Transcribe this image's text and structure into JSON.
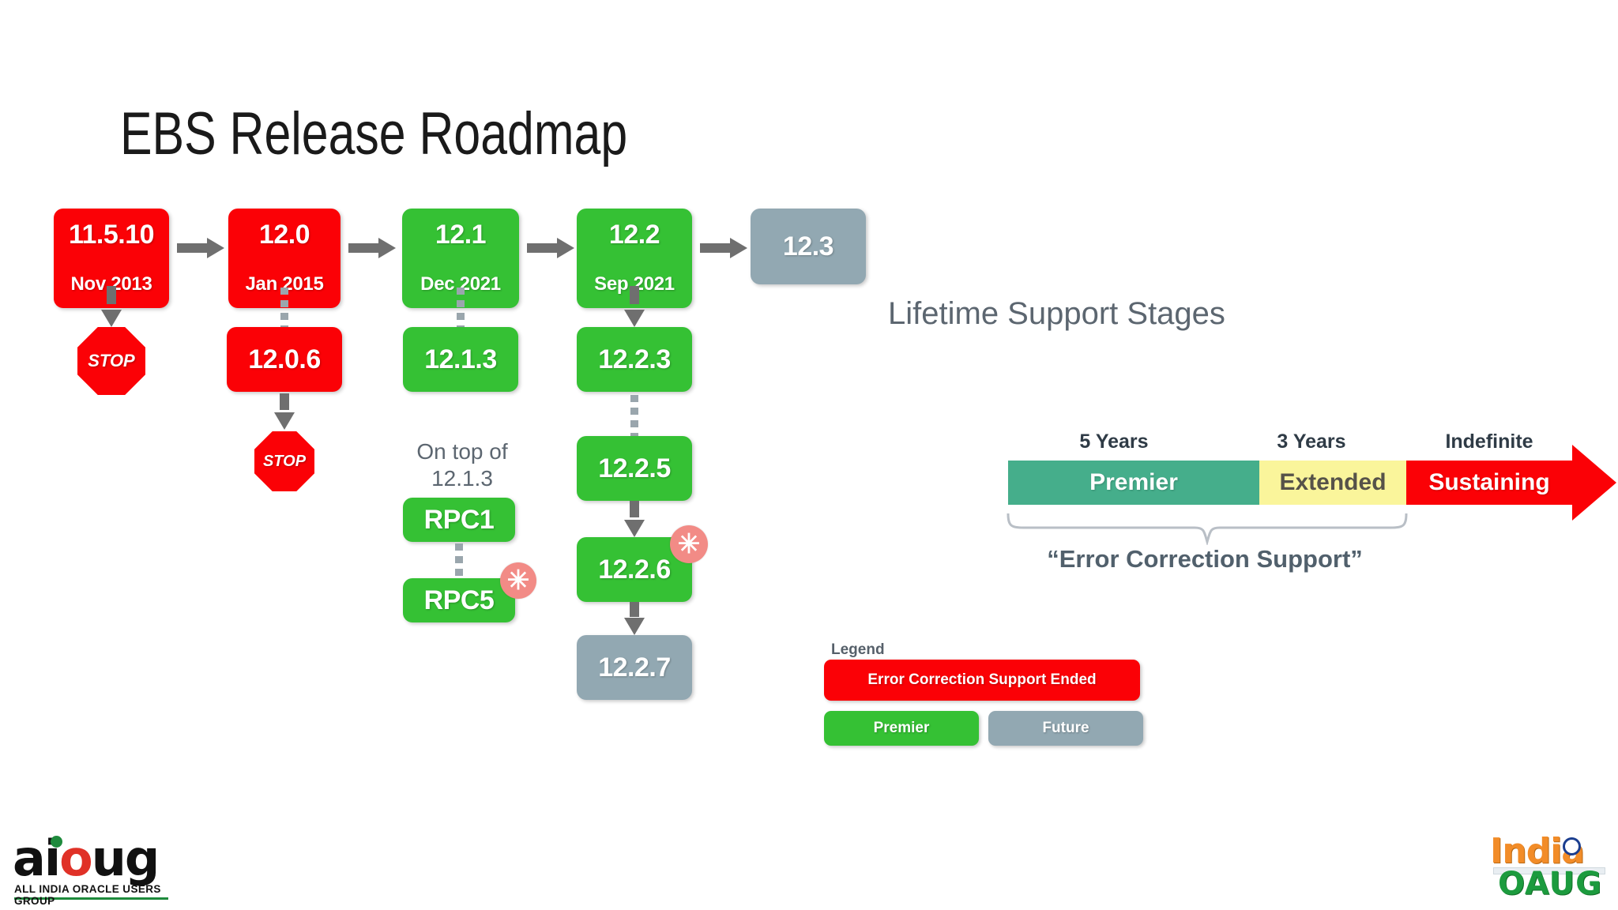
{
  "title": "EBS Release Roadmap",
  "roadmap": {
    "top_row": [
      {
        "version": "11.5.10",
        "date": "Nov 2013",
        "status": "ended"
      },
      {
        "version": "12.0",
        "date": "Jan 2015",
        "status": "ended"
      },
      {
        "version": "12.1",
        "date": "Dec 2021",
        "status": "premier"
      },
      {
        "version": "12.2",
        "date": "Sep 2021",
        "status": "premier"
      },
      {
        "version": "12.3",
        "date": "",
        "status": "future"
      }
    ],
    "branch_11510": {
      "stop_label": "STOP"
    },
    "branch_120": [
      {
        "version": "12.0.6",
        "status": "ended"
      },
      {
        "stop_label": "STOP"
      }
    ],
    "branch_121": {
      "child": {
        "version": "12.1.3",
        "status": "premier"
      },
      "note": "On top of 12.1.3",
      "note_line1": "On top of",
      "note_line2": "12.1.3",
      "rpcs": [
        {
          "label": "RPC1",
          "status": "premier",
          "badge": ""
        },
        {
          "label": "RPC5",
          "status": "premier",
          "badge": "asterisk"
        }
      ]
    },
    "branch_122": [
      {
        "version": "12.2.3",
        "status": "premier",
        "badge": ""
      },
      {
        "version": "12.2.5",
        "status": "premier",
        "badge": ""
      },
      {
        "version": "12.2.6",
        "status": "premier",
        "badge": "asterisk"
      },
      {
        "version": "12.2.7",
        "status": "future",
        "badge": ""
      }
    ],
    "badge_glyph": "✳"
  },
  "lifetime": {
    "heading": "Lifetime Support Stages",
    "durations": [
      "5 Years",
      "3 Years",
      "Indefinite"
    ],
    "stages": [
      {
        "name": "Premier",
        "duration": "5 Years",
        "color": "#45AE8B"
      },
      {
        "name": "Extended",
        "duration": "3 Years",
        "color": "#FAF59B"
      },
      {
        "name": "Sustaining",
        "duration": "Indefinite",
        "color": "#FB0106"
      }
    ],
    "brace_caption": "“Error Correction Support”"
  },
  "legend": {
    "title": "Legend",
    "items": [
      {
        "label": "Error Correction Support Ended",
        "color": "#FB0106"
      },
      {
        "label": "Premier",
        "color": "#35C134"
      },
      {
        "label": "Future",
        "color": "#92A8B2"
      }
    ]
  },
  "logos": {
    "aioug": {
      "word_a": "a",
      "word_i": "i",
      "word_o": "o",
      "word_ug": "ug",
      "tagline": "ALL INDIA ORACLE USERS GROUP"
    },
    "indiaoaug": {
      "line1": "India",
      "line2": "OAUG"
    }
  },
  "colors": {
    "ended_red": "#FB0106",
    "premier_green": "#35C134",
    "future_grey": "#92A8B2",
    "support_premier": "#45AE8B",
    "support_extended": "#FAF59B",
    "support_sustaining": "#FB0106",
    "arrow_grey": "#6F6F6F",
    "badge_pink": "#F28B86"
  }
}
